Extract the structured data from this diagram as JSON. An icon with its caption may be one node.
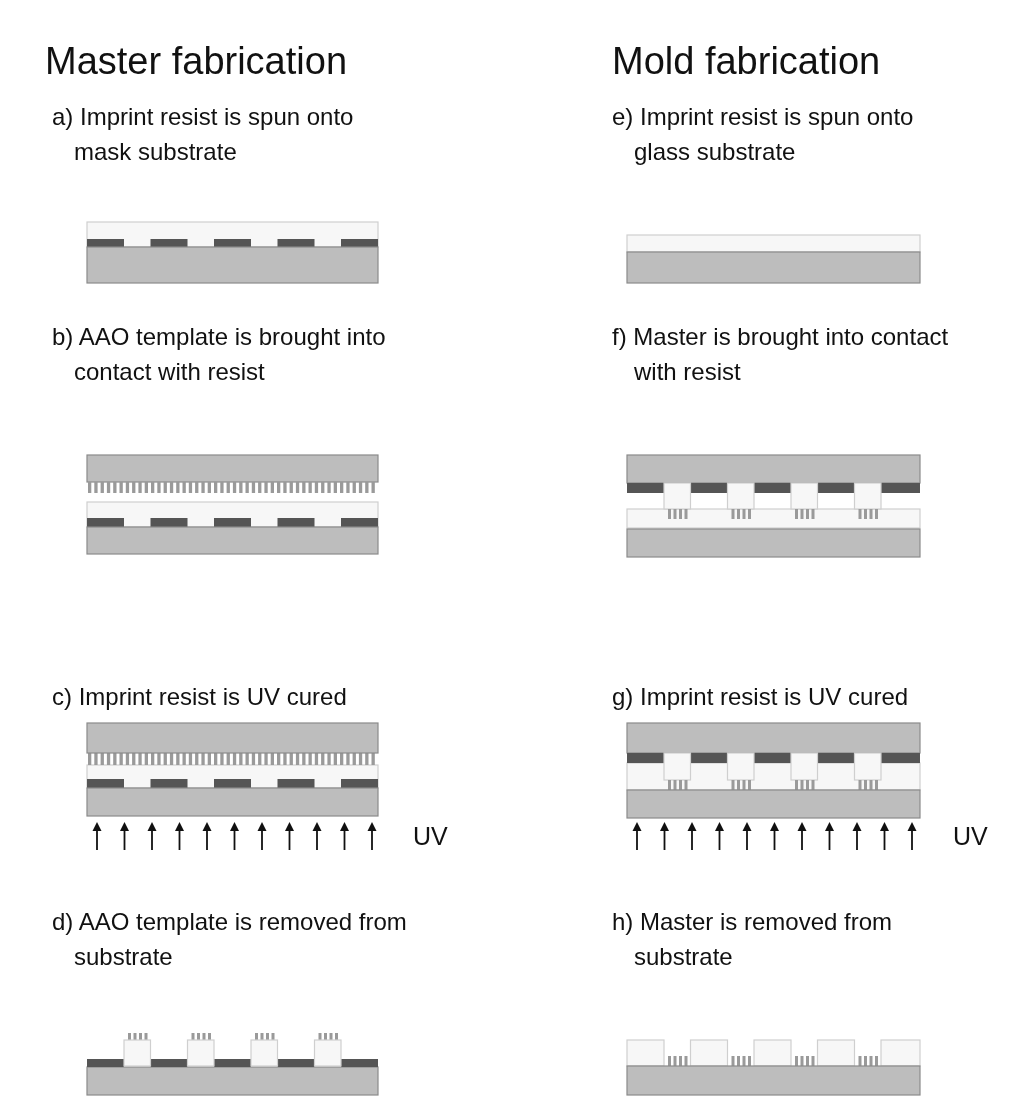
{
  "diagram": {
    "labels": [
      "Master fabrication",
      "Mold fabrication",
      "a) Imprint resist is spun onto mask substrate",
      "e) Imprint resist is spun onto glass substrate",
      "b) AAO template is brought into contact with resist",
      "f) Master is brought into contact with resist",
      "c) Imprint resist is UV cured",
      "g) Imprint resist is UV cured",
      "UV",
      "UV",
      "d) AAO template is removed from substrate",
      "h) Master is removed from substrate"
    ]
  }
}
